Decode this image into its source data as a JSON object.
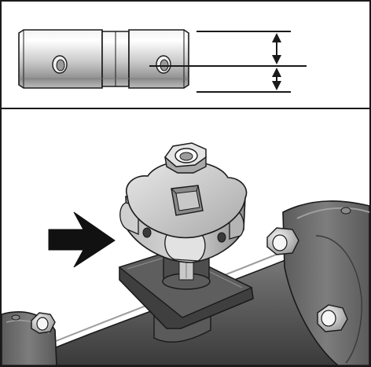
{
  "figure": {
    "type": "technical-illustration",
    "panels": [
      {
        "id": "top",
        "subject": "split-collar-side-view",
        "annotation": "double-arrow-dimension-lines"
      },
      {
        "id": "bottom",
        "subject": "knob-adapter-over-bolt-on-pipe-flange",
        "annotation": "pointing-arrow"
      }
    ],
    "icons": [
      "double-arrow-dimension-icon",
      "right-arrow-icon",
      "hex-nut-icon",
      "knob-adapter-icon"
    ],
    "colors": {
      "outline": "#1a1a1a",
      "metal_light": "#d6d6d6",
      "metal_mid": "#9a9a9a",
      "pipe_dark": "#4a4a4a",
      "pipe_mid": "#6e6e6e",
      "flange_face": "#7d7d7d",
      "arrow": "#111111"
    }
  }
}
